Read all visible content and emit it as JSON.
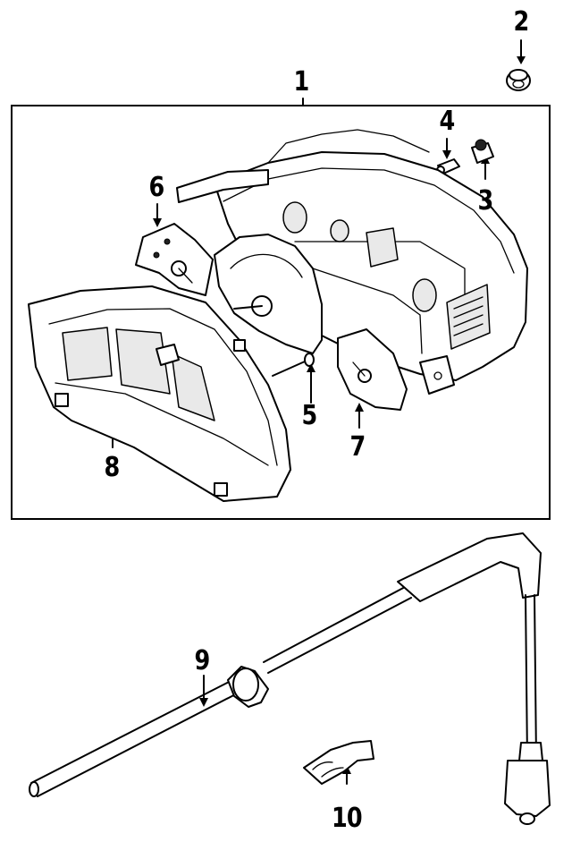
{
  "callouts": {
    "c1": "1",
    "c2": "2",
    "c3": "3",
    "c4": "4",
    "c5": "5",
    "c6": "6",
    "c7": "7",
    "c8": "8",
    "c9": "9",
    "c10": "10"
  },
  "icons": {
    "instrument_cluster": "cluster-housing-icon",
    "cable": "speedometer-cable-icon",
    "clip": "cable-clip-icon"
  },
  "colors": {
    "line": "#000000",
    "background": "#ffffff"
  }
}
